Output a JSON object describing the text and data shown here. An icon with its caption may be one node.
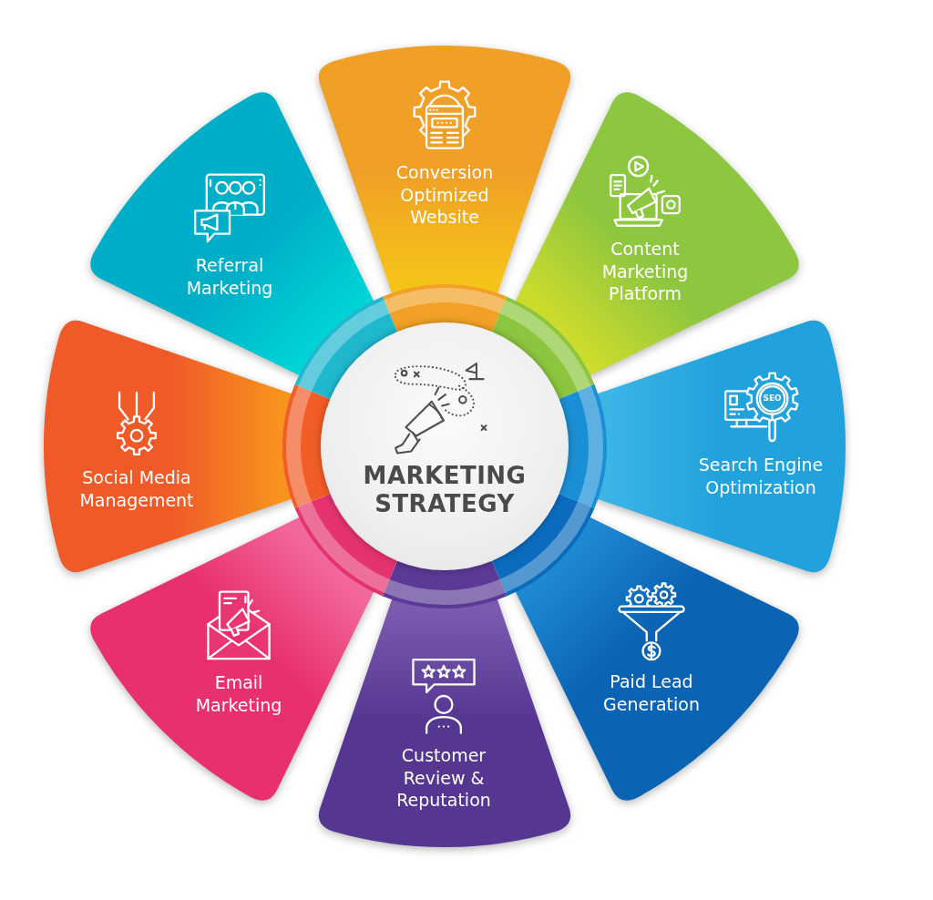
{
  "diagram": {
    "nodes": [
      {
        "text": [
          "MARKETING STRATEGY"
        ]
      },
      {
        "text": [
          "Conversion Optimized Website"
        ]
      },
      {
        "text": [
          "Content Marketing Platform"
        ]
      },
      {
        "text": [
          "Search Engine Optimization"
        ]
      },
      {
        "text": [
          "Paid Lead Generation"
        ]
      },
      {
        "text": [
          "Customer Review & Reputation"
        ]
      },
      {
        "text": [
          "Email Marketing"
        ]
      },
      {
        "text": [
          "Social Media Management"
        ]
      },
      {
        "text": [
          "Referral Marketing"
        ]
      }
    ],
    "labels": [
      "SEO"
    ]
  }
}
